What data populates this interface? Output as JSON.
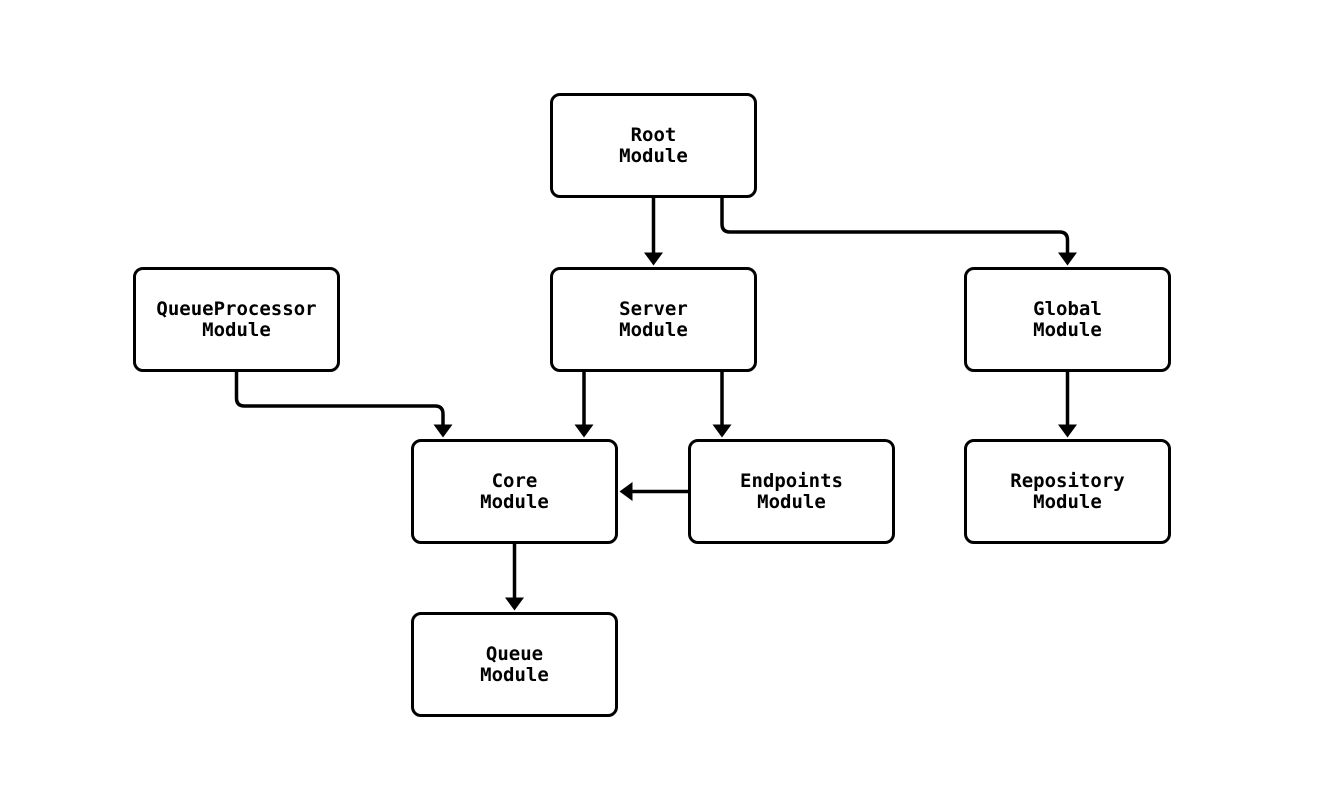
{
  "diagram": {
    "type": "flowchart",
    "direction": "top-down",
    "background_color": "#ffffff",
    "node_fill_color": "#ffffff",
    "node_border_color": "#000000",
    "edge_color": "#000000",
    "text_color": "#000000",
    "nodes": {
      "root": {
        "label": "Root\nModule"
      },
      "server": {
        "label": "Server\nModule"
      },
      "queueprocessor": {
        "label": "QueueProcessor\nModule"
      },
      "global": {
        "label": "Global\nModule"
      },
      "core": {
        "label": "Core\nModule"
      },
      "endpoints": {
        "label": "Endpoints\nModule"
      },
      "repository": {
        "label": "Repository\nModule"
      },
      "queue": {
        "label": "Queue\nModule"
      }
    },
    "edges": [
      {
        "from": "Root Module",
        "to": "Server Module"
      },
      {
        "from": "Root Module",
        "to": "Global Module"
      },
      {
        "from": "QueueProcessor Module",
        "to": "Core Module"
      },
      {
        "from": "Server Module",
        "to": "Core Module"
      },
      {
        "from": "Server Module",
        "to": "Endpoints Module"
      },
      {
        "from": "Endpoints Module",
        "to": "Core Module"
      },
      {
        "from": "Core Module",
        "to": "Queue Module"
      },
      {
        "from": "Global Module",
        "to": "Repository Module"
      }
    ]
  }
}
